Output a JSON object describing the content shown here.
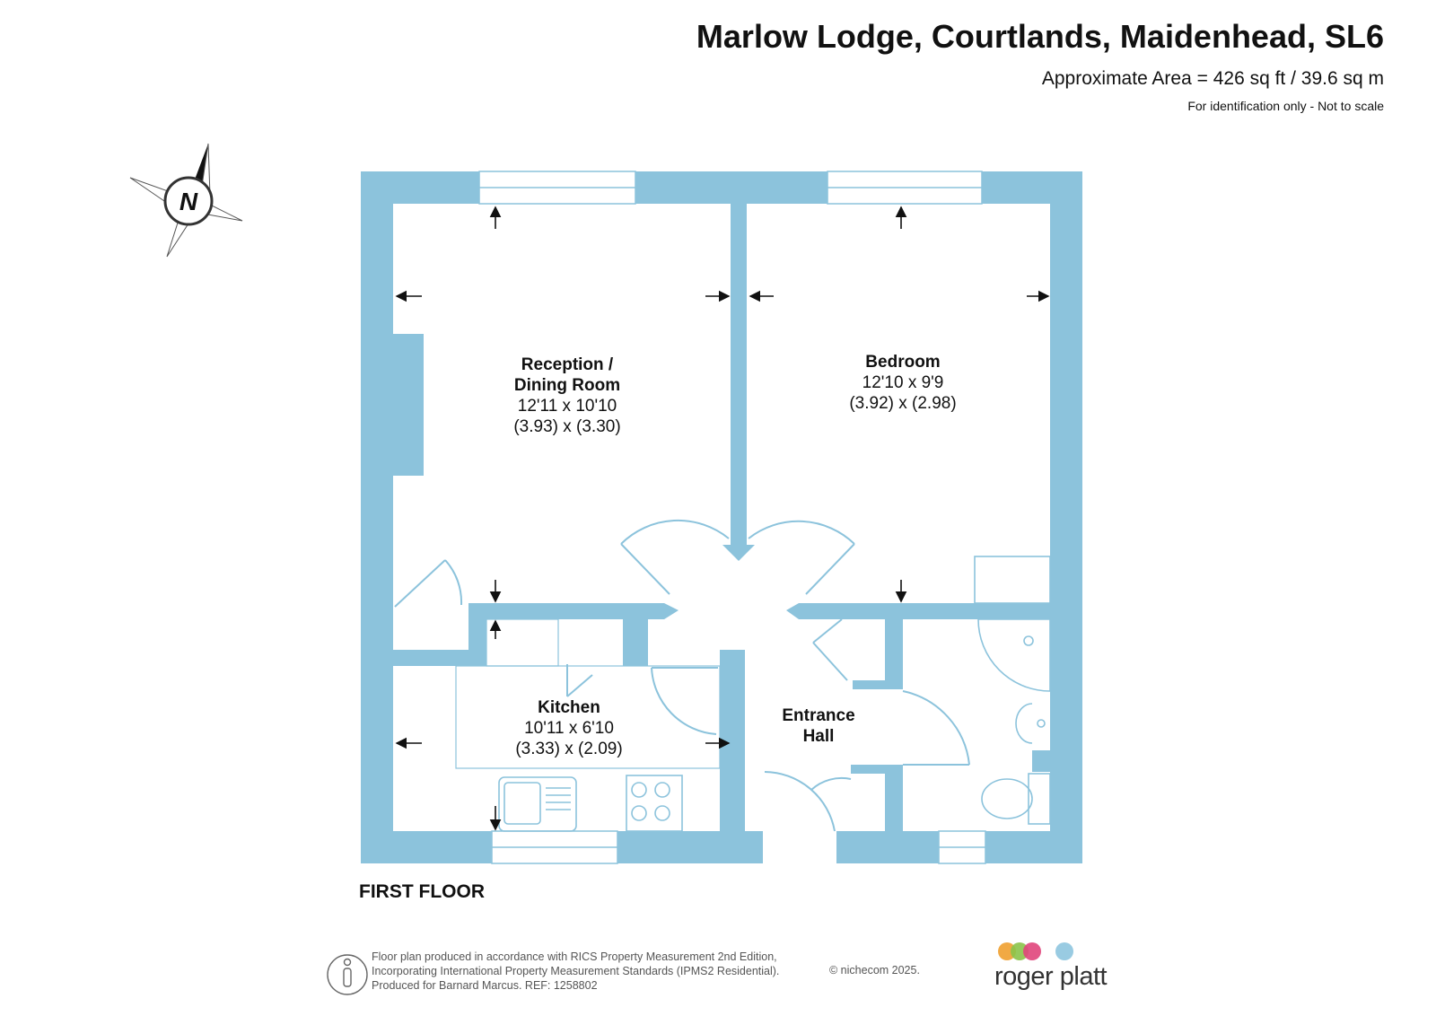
{
  "header": {
    "title": "Marlow Lodge, Courtlands, Maidenhead, SL6",
    "area": "Approximate Area = 426 sq ft / 39.6 sq m",
    "note": "For identification only - Not to scale"
  },
  "compass": {
    "label": "N"
  },
  "rooms": {
    "reception": {
      "name_line1": "Reception /",
      "name_line2": "Dining Room",
      "imperial": "12'11 x 10'10",
      "metric": "(3.93) x (3.30)"
    },
    "bedroom": {
      "name": "Bedroom",
      "imperial": "12'10 x 9'9",
      "metric": "(3.92) x (2.98)"
    },
    "kitchen": {
      "name": "Kitchen",
      "imperial": "10'11 x 6'10",
      "metric": "(3.33) x (2.09)"
    },
    "hall": {
      "name_line1": "Entrance",
      "name_line2": "Hall"
    }
  },
  "floor_label": "FIRST FLOOR",
  "footer": {
    "credit_line1": "Floor plan produced in accordance with RICS Property Measurement 2nd Edition,",
    "credit_line2": "Incorporating International Property Measurement Standards (IPMS2 Residential).",
    "credit_line3": "Produced for Barnard Marcus.   REF:  1258802",
    "copyright": "© nichecom 2025."
  },
  "logo": {
    "text": "roger platt",
    "dot_colors": [
      "#f0a030",
      "#8bc34a",
      "#e0457b",
      "#8ec5df"
    ]
  },
  "colors": {
    "wall": "#8cc3dc",
    "window": "#ffffff",
    "line": "#8cc3dc"
  }
}
